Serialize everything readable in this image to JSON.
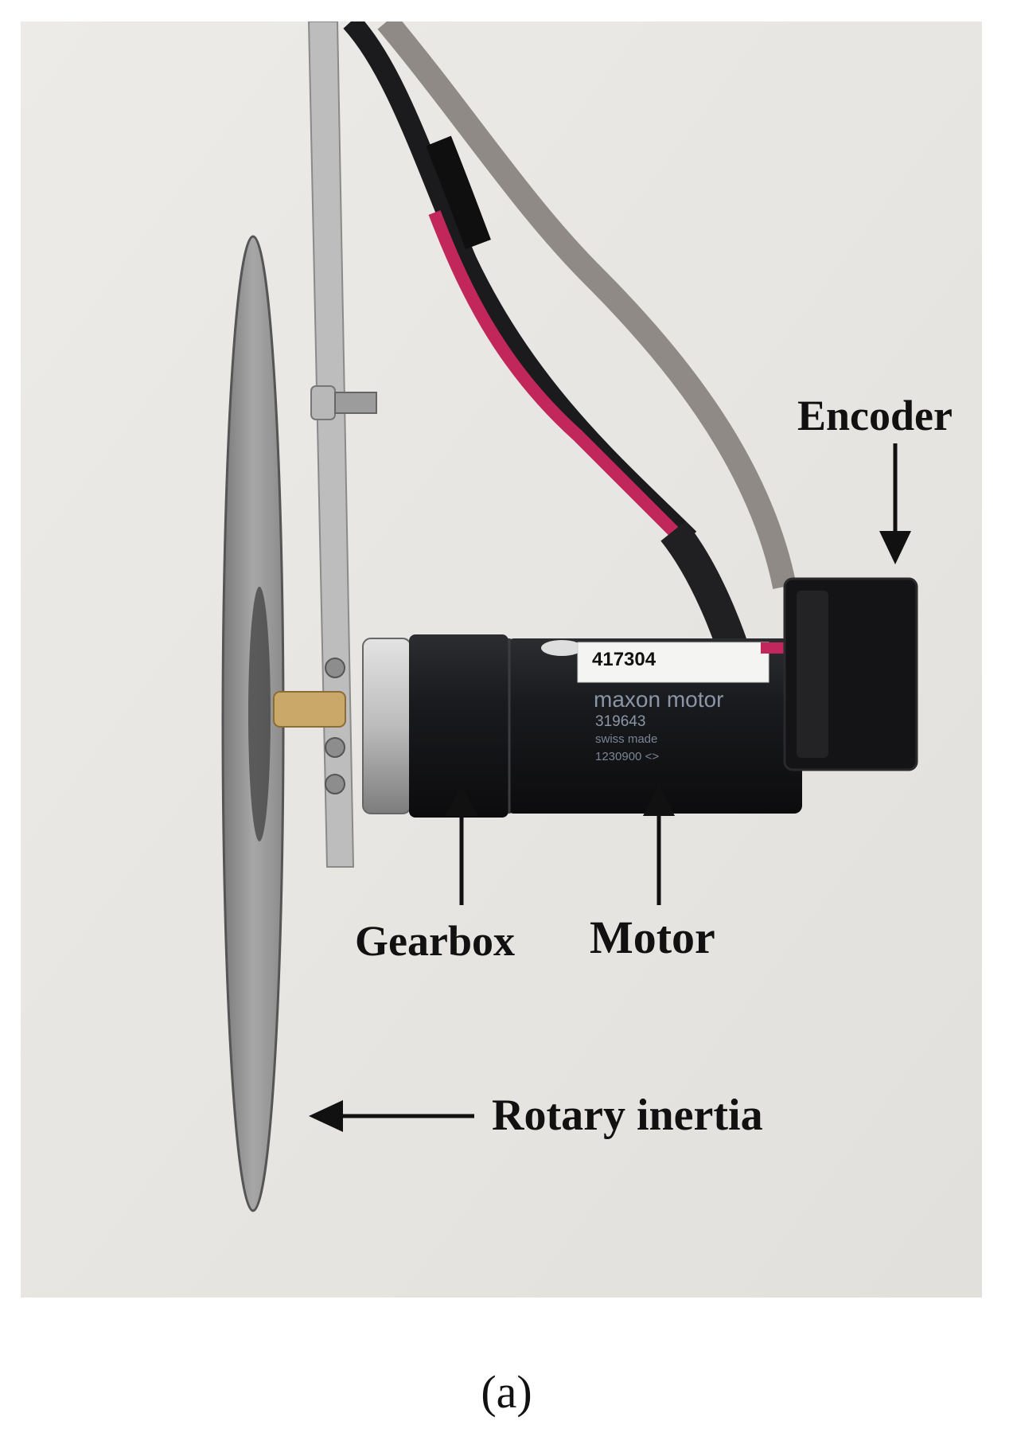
{
  "figure": {
    "caption": "(a)",
    "labels": {
      "encoder": "Encoder",
      "gearbox": "Gearbox",
      "motor": "Motor",
      "rotary_inertia": "Rotary inertia"
    },
    "motor_print": {
      "sticker": "417304",
      "brand": "maxon motor",
      "model": "319643",
      "origin": "swiss made",
      "serial": "1230900 <>"
    }
  }
}
